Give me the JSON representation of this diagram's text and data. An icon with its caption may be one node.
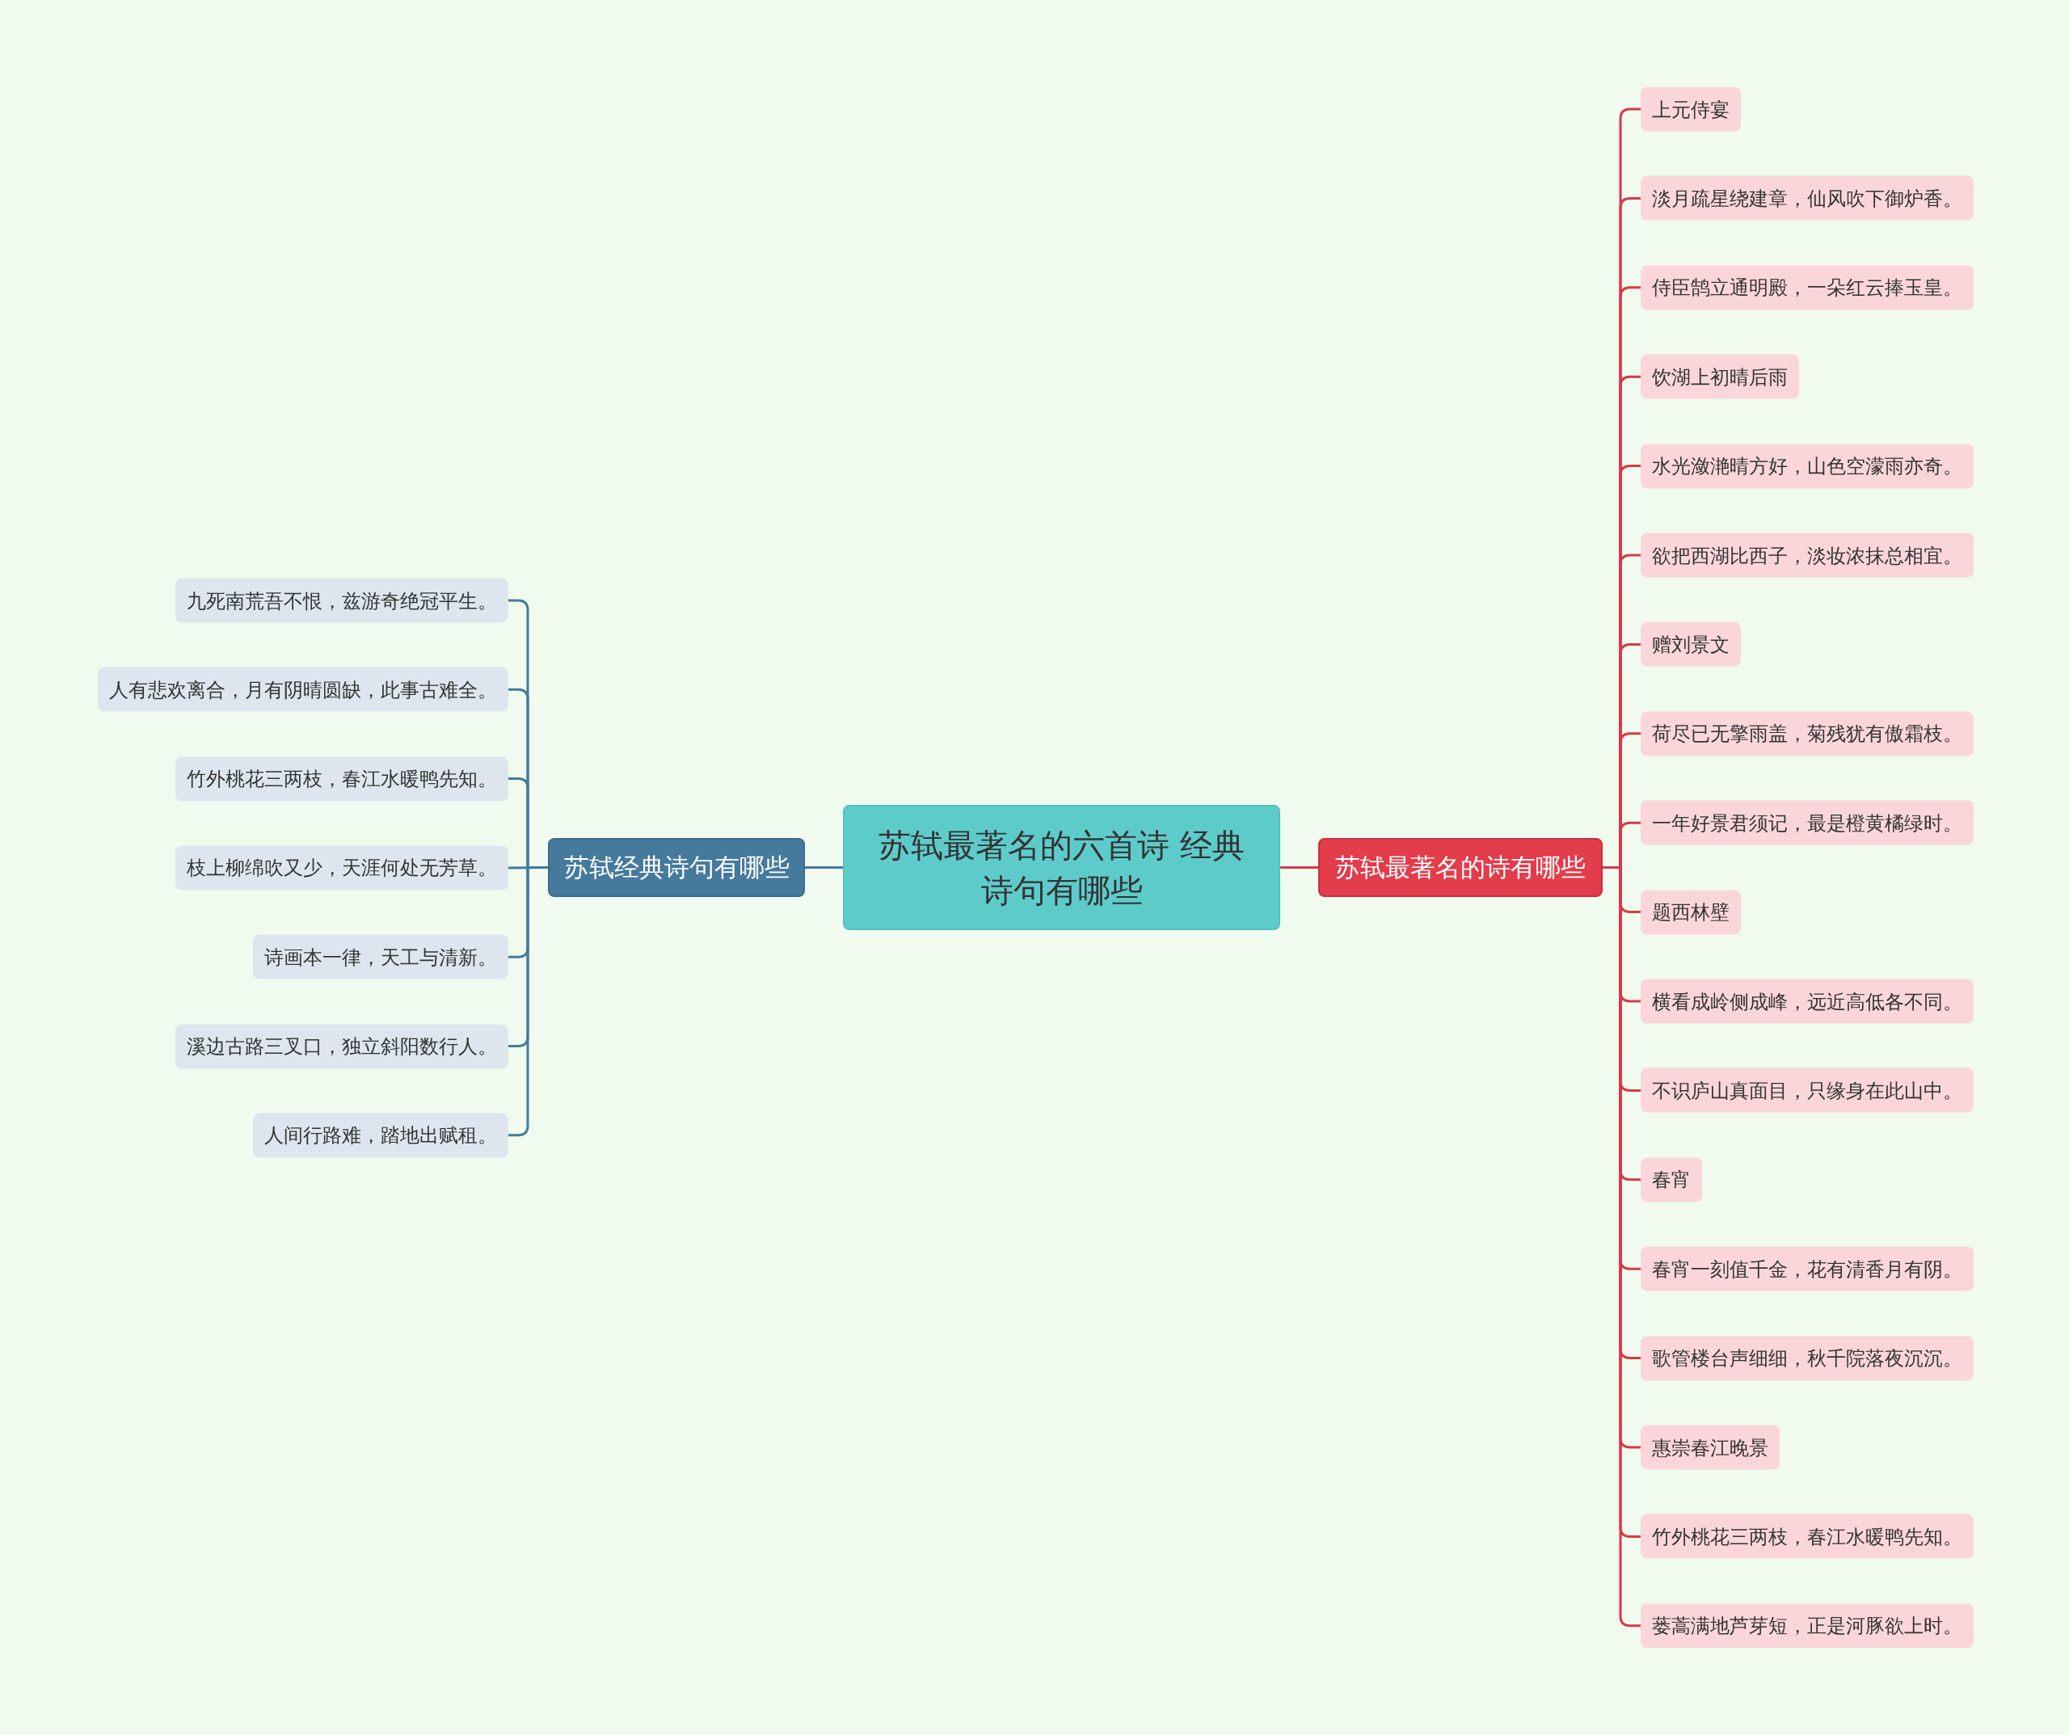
{
  "diagram": {
    "nodes": [
      {
        "text": [
          "苏轼最著名的六首诗 经典诗句有哪些"
        ]
      },
      {
        "text": [
          "苏轼经典诗句有哪些"
        ]
      },
      {
        "text": [
          "九死南荒吾不恨，兹游奇绝冠平生。"
        ]
      },
      {
        "text": [
          "人有悲欢离合，月有阴晴圆缺，此事古难全。"
        ]
      },
      {
        "text": [
          "竹外桃花三两枝，春江水暖鸭先知。"
        ]
      },
      {
        "text": [
          "枝上柳绵吹又少，天涯何处无芳草。"
        ]
      },
      {
        "text": [
          "诗画本一律，天工与清新。"
        ]
      },
      {
        "text": [
          "溪边古路三叉口，独立斜阳数行人。"
        ]
      },
      {
        "text": [
          "人间行路难，踏地出赋租。"
        ]
      },
      {
        "text": [
          "苏轼最著名的诗有哪些"
        ]
      },
      {
        "text": [
          "上元侍宴"
        ]
      },
      {
        "text": [
          "淡月疏星绕建章，仙风吹下御炉香。"
        ]
      },
      {
        "text": [
          "侍臣鹄立通明殿，一朵红云捧玉皇。"
        ]
      },
      {
        "text": [
          "饮湖上初晴后雨"
        ]
      },
      {
        "text": [
          "水光潋滟晴方好，山色空濛雨亦奇。"
        ]
      },
      {
        "text": [
          "欲把西湖比西子，淡妆浓抹总相宜。"
        ]
      },
      {
        "text": [
          "赠刘景文"
        ]
      },
      {
        "text": [
          "荷尽已无擎雨盖，菊残犹有傲霜枝。"
        ]
      },
      {
        "text": [
          "一年好景君须记，最是橙黄橘绿时。"
        ]
      },
      {
        "text": [
          "题西林壁"
        ]
      },
      {
        "text": [
          "横看成岭侧成峰，远近高低各不同。"
        ]
      },
      {
        "text": [
          "不识庐山真面目，只缘身在此山中。"
        ]
      },
      {
        "text": [
          "春宵"
        ]
      },
      {
        "text": [
          "春宵一刻值千金，花有清香月有阴。"
        ]
      },
      {
        "text": [
          "歌管楼台声细细，秋千院落夜沉沉。"
        ]
      },
      {
        "text": [
          "惠崇春江晚景"
        ]
      },
      {
        "text": [
          "竹外桃花三两枝，春江水暖鸭先知。"
        ]
      },
      {
        "text": [
          "蒌蒿满地芦芽短，正是河豚欲上时。"
        ]
      }
    ],
    "edges": [
      {
        "from": 0,
        "to": 1,
        "arrow": "none",
        "color": "#457a9c"
      },
      {
        "from": 0,
        "to": 9,
        "arrow": "none",
        "color": "#d8394a"
      },
      {
        "from": 1,
        "to": 2,
        "arrow": "none",
        "color": "#457a9c"
      },
      {
        "from": 1,
        "to": 3,
        "arrow": "none",
        "color": "#457a9c"
      },
      {
        "from": 1,
        "to": 4,
        "arrow": "none",
        "color": "#457a9c"
      },
      {
        "from": 1,
        "to": 5,
        "arrow": "none",
        "color": "#457a9c"
      },
      {
        "from": 1,
        "to": 6,
        "arrow": "none",
        "color": "#457a9c"
      },
      {
        "from": 1,
        "to": 7,
        "arrow": "none",
        "color": "#457a9c"
      },
      {
        "from": 1,
        "to": 8,
        "arrow": "none",
        "color": "#457a9c"
      },
      {
        "from": 9,
        "to": 10,
        "arrow": "none",
        "color": "#d8394a"
      },
      {
        "from": 9,
        "to": 11,
        "arrow": "none",
        "color": "#d8394a"
      },
      {
        "from": 9,
        "to": 12,
        "arrow": "none",
        "color": "#d8394a"
      },
      {
        "from": 9,
        "to": 13,
        "arrow": "none",
        "color": "#d8394a"
      },
      {
        "from": 9,
        "to": 14,
        "arrow": "none",
        "color": "#d8394a"
      },
      {
        "from": 9,
        "to": 15,
        "arrow": "none",
        "color": "#d8394a"
      },
      {
        "from": 9,
        "to": 16,
        "arrow": "none",
        "color": "#d8394a"
      },
      {
        "from": 9,
        "to": 17,
        "arrow": "none",
        "color": "#d8394a"
      },
      {
        "from": 9,
        "to": 18,
        "arrow": "none",
        "color": "#d8394a"
      },
      {
        "from": 9,
        "to": 19,
        "arrow": "none",
        "color": "#d8394a"
      },
      {
        "from": 9,
        "to": 20,
        "arrow": "none",
        "color": "#d8394a"
      },
      {
        "from": 9,
        "to": 21,
        "arrow": "none",
        "color": "#d8394a"
      },
      {
        "from": 9,
        "to": 22,
        "arrow": "none",
        "color": "#d8394a"
      },
      {
        "from": 9,
        "to": 23,
        "arrow": "none",
        "color": "#d8394a"
      },
      {
        "from": 9,
        "to": 24,
        "arrow": "none",
        "color": "#d8394a"
      },
      {
        "from": 9,
        "to": 25,
        "arrow": "none",
        "color": "#d8394a"
      },
      {
        "from": 9,
        "to": 26,
        "arrow": "none",
        "color": "#d8394a"
      },
      {
        "from": 9,
        "to": 27,
        "arrow": "none",
        "color": "#d8394a"
      }
    ]
  }
}
